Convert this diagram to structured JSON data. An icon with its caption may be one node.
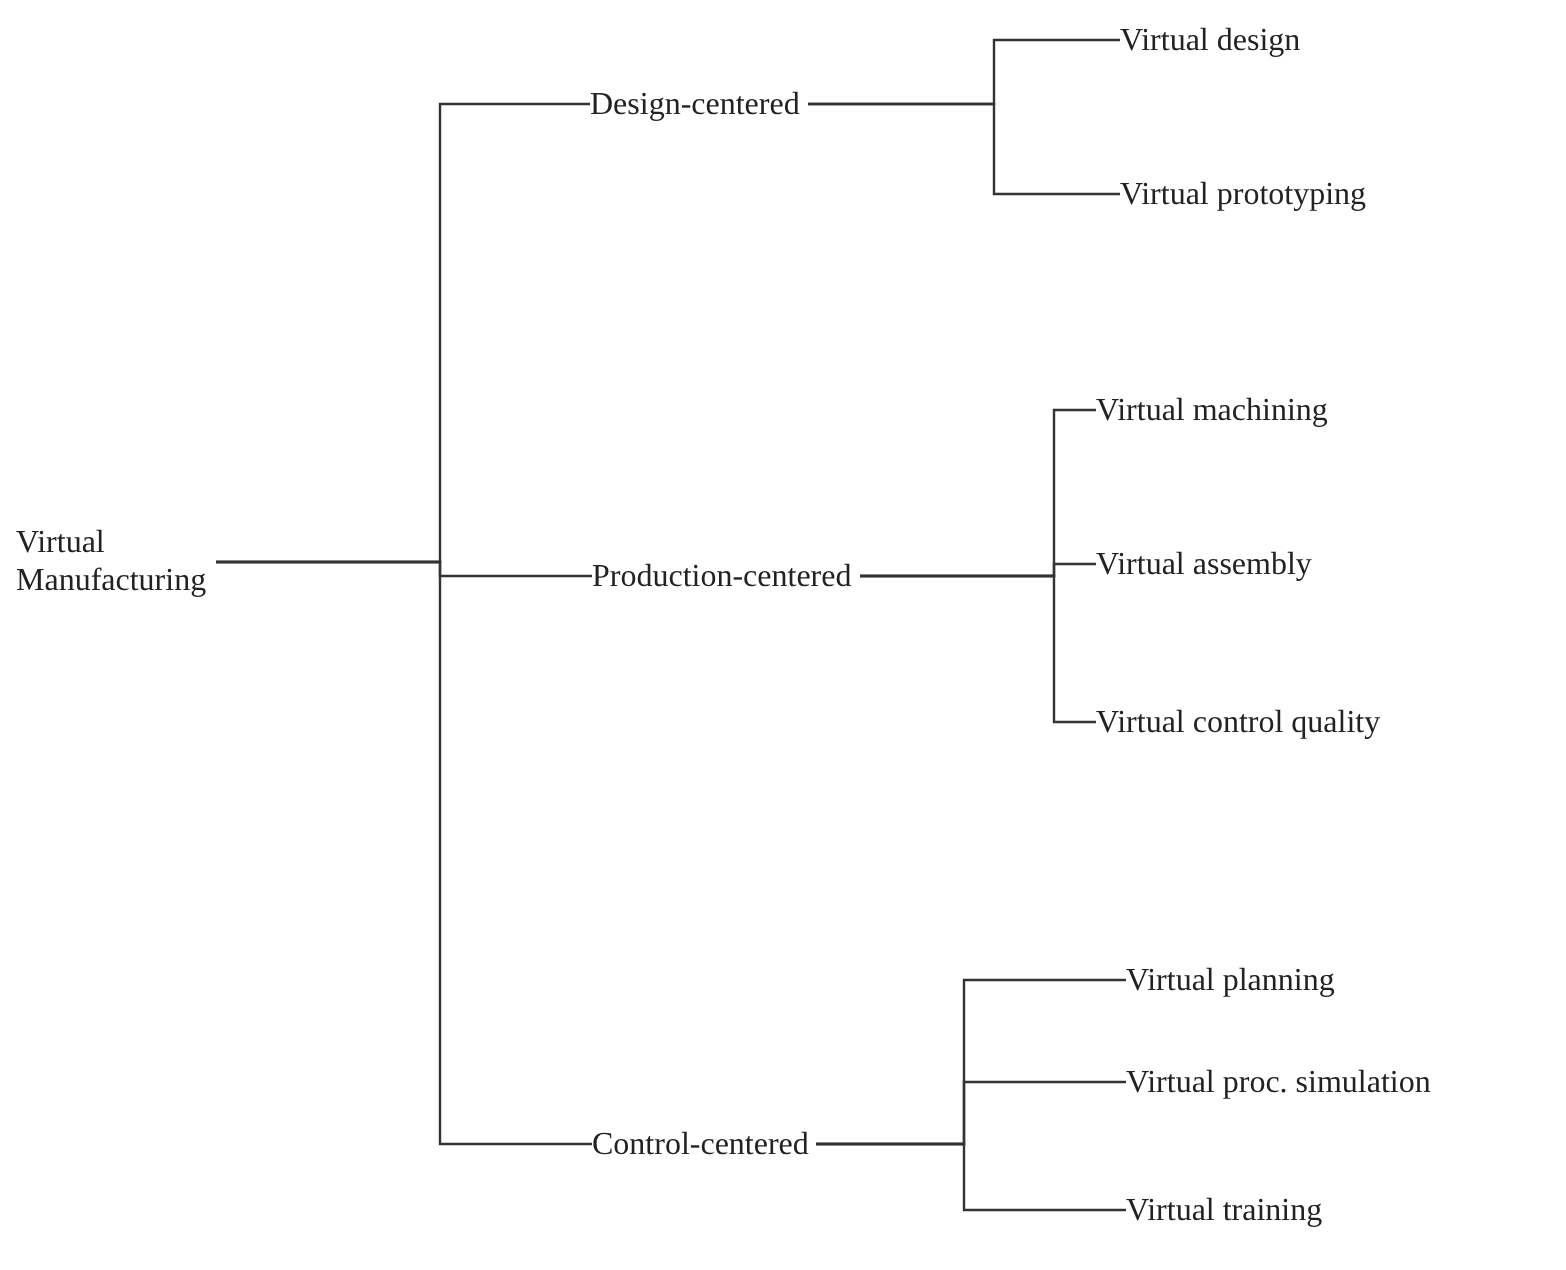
{
  "diagram": {
    "nodes": [
      {
        "text": [
          "Virtual Manufacturing"
        ]
      },
      {
        "text": [
          "Design-centered"
        ]
      },
      {
        "text": [
          "Production-centered"
        ]
      },
      {
        "text": [
          "Control-centered"
        ]
      },
      {
        "text": [
          "Virtual design"
        ]
      },
      {
        "text": [
          "Virtual prototyping"
        ]
      },
      {
        "text": [
          "Virtual machining"
        ]
      },
      {
        "text": [
          "Virtual assembly"
        ]
      },
      {
        "text": [
          "Virtual control quality"
        ]
      },
      {
        "text": [
          "Virtual planning"
        ]
      },
      {
        "text": [
          "Virtual proc. simulation"
        ]
      },
      {
        "text": [
          "Virtual training"
        ]
      }
    ],
    "edges": [
      {
        "from": 0,
        "to": 1,
        "arrow": "none"
      },
      {
        "from": 0,
        "to": 2,
        "arrow": "none"
      },
      {
        "from": 0,
        "to": 3,
        "arrow": "none"
      },
      {
        "from": 1,
        "to": 4,
        "arrow": "none"
      },
      {
        "from": 1,
        "to": 5,
        "arrow": "none"
      },
      {
        "from": 2,
        "to": 6,
        "arrow": "none"
      },
      {
        "from": 2,
        "to": 7,
        "arrow": "none"
      },
      {
        "from": 2,
        "to": 8,
        "arrow": "none"
      },
      {
        "from": 3,
        "to": 9,
        "arrow": "none"
      },
      {
        "from": 3,
        "to": 10,
        "arrow": "none"
      },
      {
        "from": 3,
        "to": 11,
        "arrow": "none"
      }
    ]
  }
}
